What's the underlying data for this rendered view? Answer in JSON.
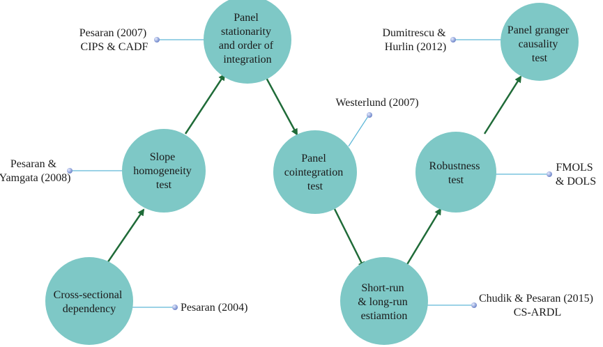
{
  "colors": {
    "node_fill": "#7ec8c6",
    "arrow": "#1f6b38",
    "connector": "#5fb8d8",
    "dot": "#6f86c9"
  },
  "nodes": [
    {
      "id": "cross-sectional-dependency",
      "lines": [
        "Cross-sectional",
        "dependency"
      ]
    },
    {
      "id": "slope-homogeneity-test",
      "lines": [
        "Slope",
        "homogeneity",
        "test"
      ]
    },
    {
      "id": "panel-stationarity",
      "lines": [
        "Panel",
        "stationarity",
        "and order of",
        "integration"
      ]
    },
    {
      "id": "panel-cointegration-test",
      "lines": [
        "Panel",
        "cointegration",
        "test"
      ]
    },
    {
      "id": "short-long-run-estimation",
      "lines": [
        "Short-run",
        "& long-run",
        "estiamtion"
      ]
    },
    {
      "id": "robustness-test",
      "lines": [
        "Robustness",
        "test"
      ]
    },
    {
      "id": "panel-granger-causality-test",
      "lines": [
        "Panel granger",
        "causality",
        "test"
      ]
    }
  ],
  "references": [
    {
      "id": "pesaran-2004",
      "lines": [
        "Pesaran (2004)"
      ]
    },
    {
      "id": "pesaran-yamgata-2008",
      "lines": [
        "Pesaran &",
        "Yamgata (2008)"
      ]
    },
    {
      "id": "pesaran-2007",
      "lines": [
        "Pesaran (2007)",
        "CIPS & CADF"
      ]
    },
    {
      "id": "westerlund-2007",
      "lines": [
        "Westerlund (2007)"
      ]
    },
    {
      "id": "chudik-pesaran-2015",
      "lines": [
        "Chudik & Pesaran (2015)",
        "CS-ARDL"
      ]
    },
    {
      "id": "fmols-dols",
      "lines": [
        "FMOLS",
        "& DOLS"
      ]
    },
    {
      "id": "dumitrescu-hurlin-2012",
      "lines": [
        "Dumitrescu &",
        "Hurlin (2012)"
      ]
    }
  ]
}
